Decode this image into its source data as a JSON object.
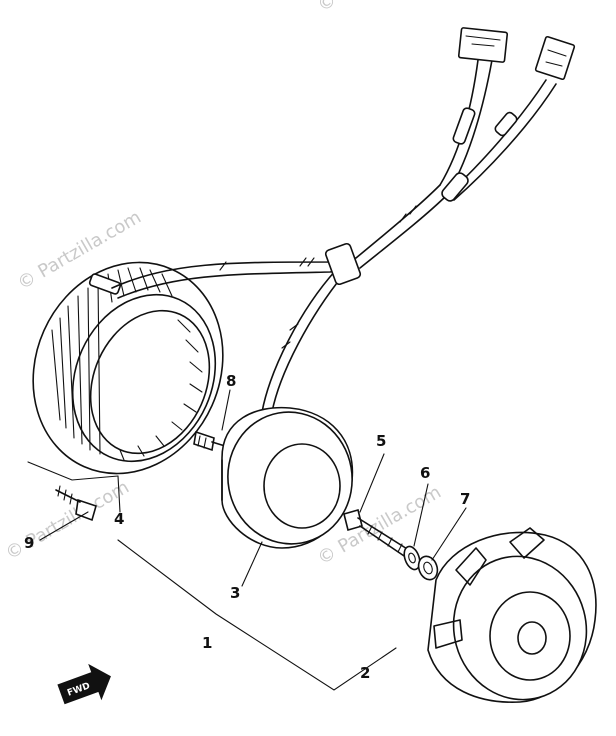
{
  "watermark": "© Partzilla.com",
  "fwd_label": "FWD",
  "callouts": [
    {
      "id": "1",
      "label": "1"
    },
    {
      "id": "2",
      "label": "2"
    },
    {
      "id": "3",
      "label": "3"
    },
    {
      "id": "4",
      "label": "4"
    },
    {
      "id": "5",
      "label": "5"
    },
    {
      "id": "6",
      "label": "6"
    },
    {
      "id": "7",
      "label": "7"
    },
    {
      "id": "8",
      "label": "8"
    },
    {
      "id": "9",
      "label": "9"
    }
  ]
}
